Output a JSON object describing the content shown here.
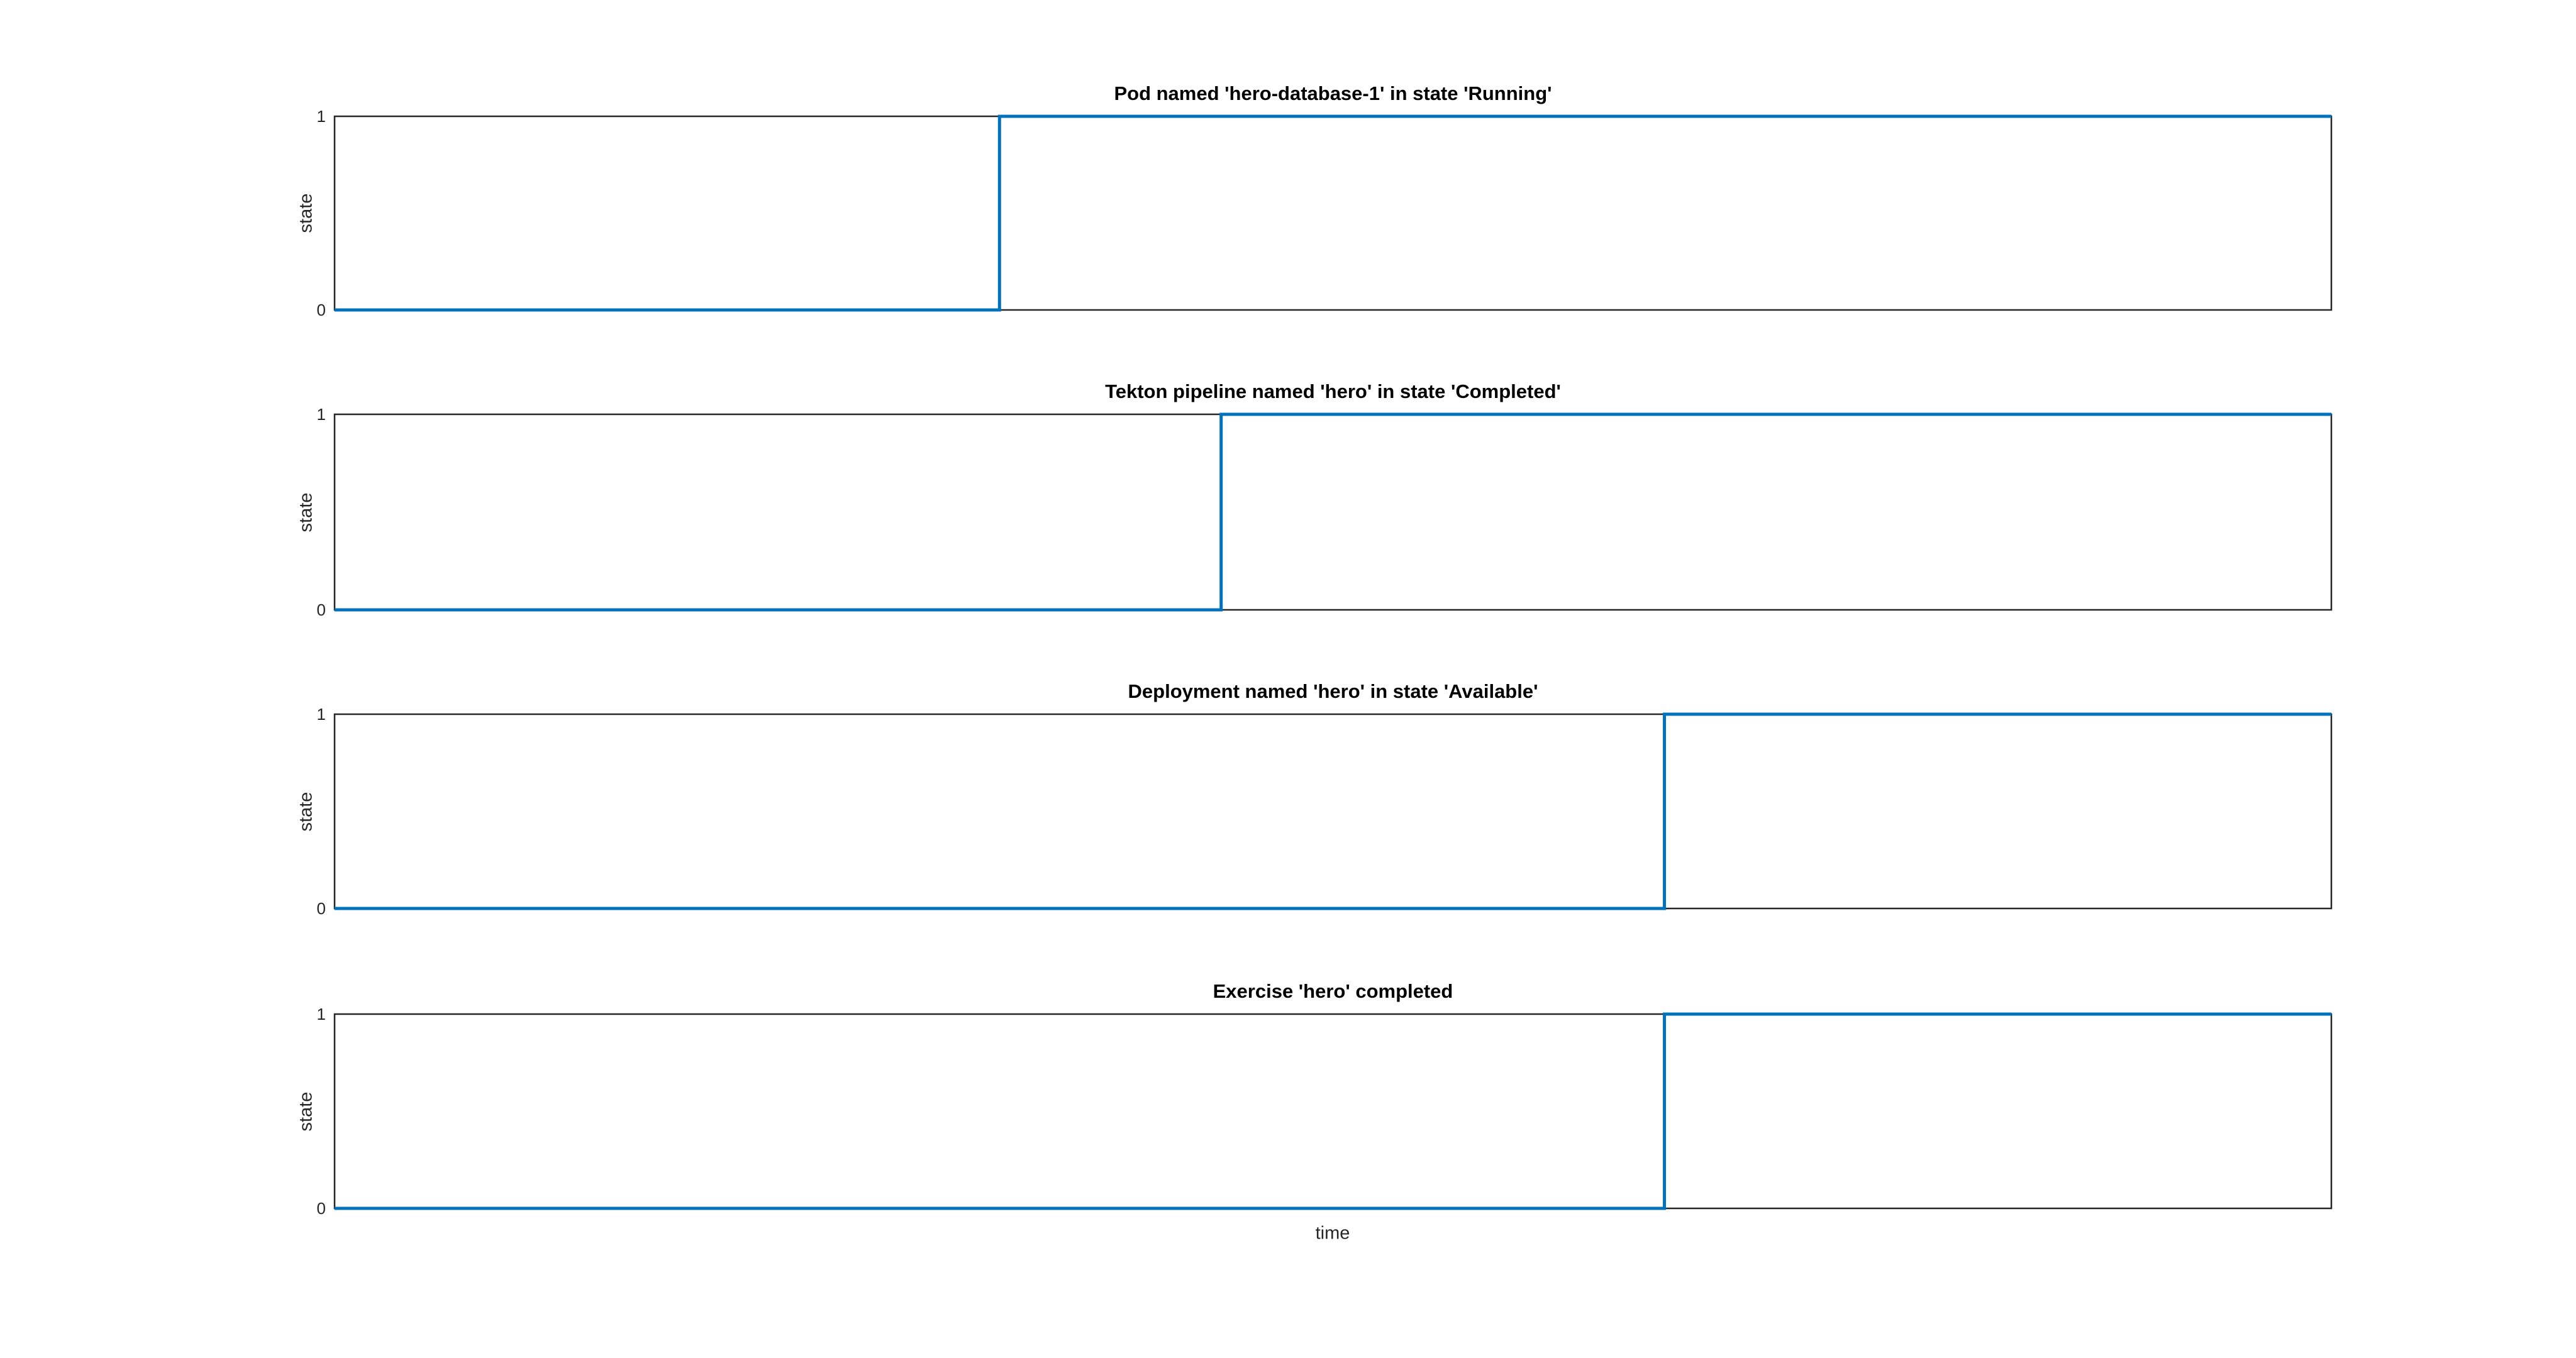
{
  "figure": {
    "background_color": "#ffffff",
    "axis_color": "#262626",
    "title_color": "#000000",
    "line_color": "#0072BD"
  },
  "chart_data": [
    {
      "type": "line",
      "drawstyle": "steps-post",
      "title": "Pod named 'hero-database-1' in state 'Running'",
      "ylabel": "state",
      "xlabel": "",
      "yticks": [
        0,
        1
      ],
      "ylim": [
        0,
        1
      ],
      "xlim_normalized": [
        0,
        1
      ],
      "grid": false,
      "box": true,
      "legend": false,
      "series": [
        {
          "name": "state",
          "color": "#0072BD",
          "transition_x": 0.333,
          "pre_value": 0,
          "post_value": 1,
          "x": [
            0,
            0.333,
            0.333,
            1
          ],
          "y": [
            0,
            0,
            1,
            1
          ]
        }
      ]
    },
    {
      "type": "line",
      "drawstyle": "steps-post",
      "title": "Tekton pipeline named 'hero' in state 'Completed'",
      "ylabel": "state",
      "xlabel": "",
      "yticks": [
        0,
        1
      ],
      "ylim": [
        0,
        1
      ],
      "xlim_normalized": [
        0,
        1
      ],
      "grid": false,
      "box": true,
      "legend": false,
      "series": [
        {
          "name": "state",
          "color": "#0072BD",
          "transition_x": 0.444,
          "pre_value": 0,
          "post_value": 1,
          "x": [
            0,
            0.444,
            0.444,
            1
          ],
          "y": [
            0,
            0,
            1,
            1
          ]
        }
      ]
    },
    {
      "type": "line",
      "drawstyle": "steps-post",
      "title": "Deployment named 'hero' in state 'Available'",
      "ylabel": "state",
      "xlabel": "",
      "yticks": [
        0,
        1
      ],
      "ylim": [
        0,
        1
      ],
      "xlim_normalized": [
        0,
        1
      ],
      "grid": false,
      "box": true,
      "legend": false,
      "series": [
        {
          "name": "state",
          "color": "#0072BD",
          "transition_x": 0.666,
          "pre_value": 0,
          "post_value": 1,
          "x": [
            0,
            0.666,
            0.666,
            1
          ],
          "y": [
            0,
            0,
            1,
            1
          ]
        }
      ]
    },
    {
      "type": "line",
      "drawstyle": "steps-post",
      "title": "Exercise 'hero' completed",
      "ylabel": "state",
      "xlabel": "time",
      "yticks": [
        0,
        1
      ],
      "ylim": [
        0,
        1
      ],
      "xlim_normalized": [
        0,
        1
      ],
      "grid": false,
      "box": true,
      "legend": false,
      "series": [
        {
          "name": "state",
          "color": "#0072BD",
          "transition_x": 0.666,
          "pre_value": 0,
          "post_value": 1,
          "x": [
            0,
            0.666,
            0.666,
            1
          ],
          "y": [
            0,
            0,
            1,
            1
          ]
        }
      ]
    }
  ]
}
